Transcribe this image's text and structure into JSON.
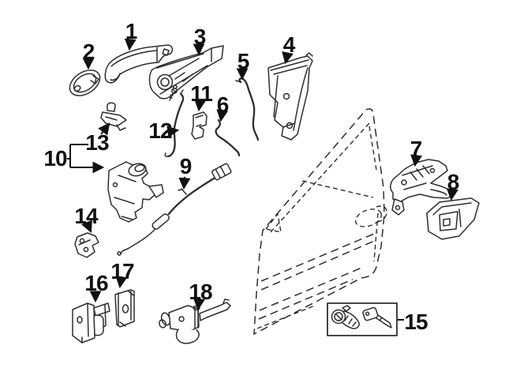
{
  "colors": {
    "background": "#ffffff",
    "line_art": "#2e2e2e",
    "callout_text": "#111111"
  },
  "diagram": {
    "callouts": [
      {
        "label": "1"
      },
      {
        "label": "2"
      },
      {
        "label": "3"
      },
      {
        "label": "4"
      },
      {
        "label": "5"
      },
      {
        "label": "6"
      },
      {
        "label": "7"
      },
      {
        "label": "8"
      },
      {
        "label": "9"
      },
      {
        "label": "10"
      },
      {
        "label": "11"
      },
      {
        "label": "12"
      },
      {
        "label": "13"
      },
      {
        "label": "14"
      },
      {
        "label": "15"
      },
      {
        "label": "16"
      },
      {
        "label": "17"
      },
      {
        "label": "18"
      }
    ]
  }
}
